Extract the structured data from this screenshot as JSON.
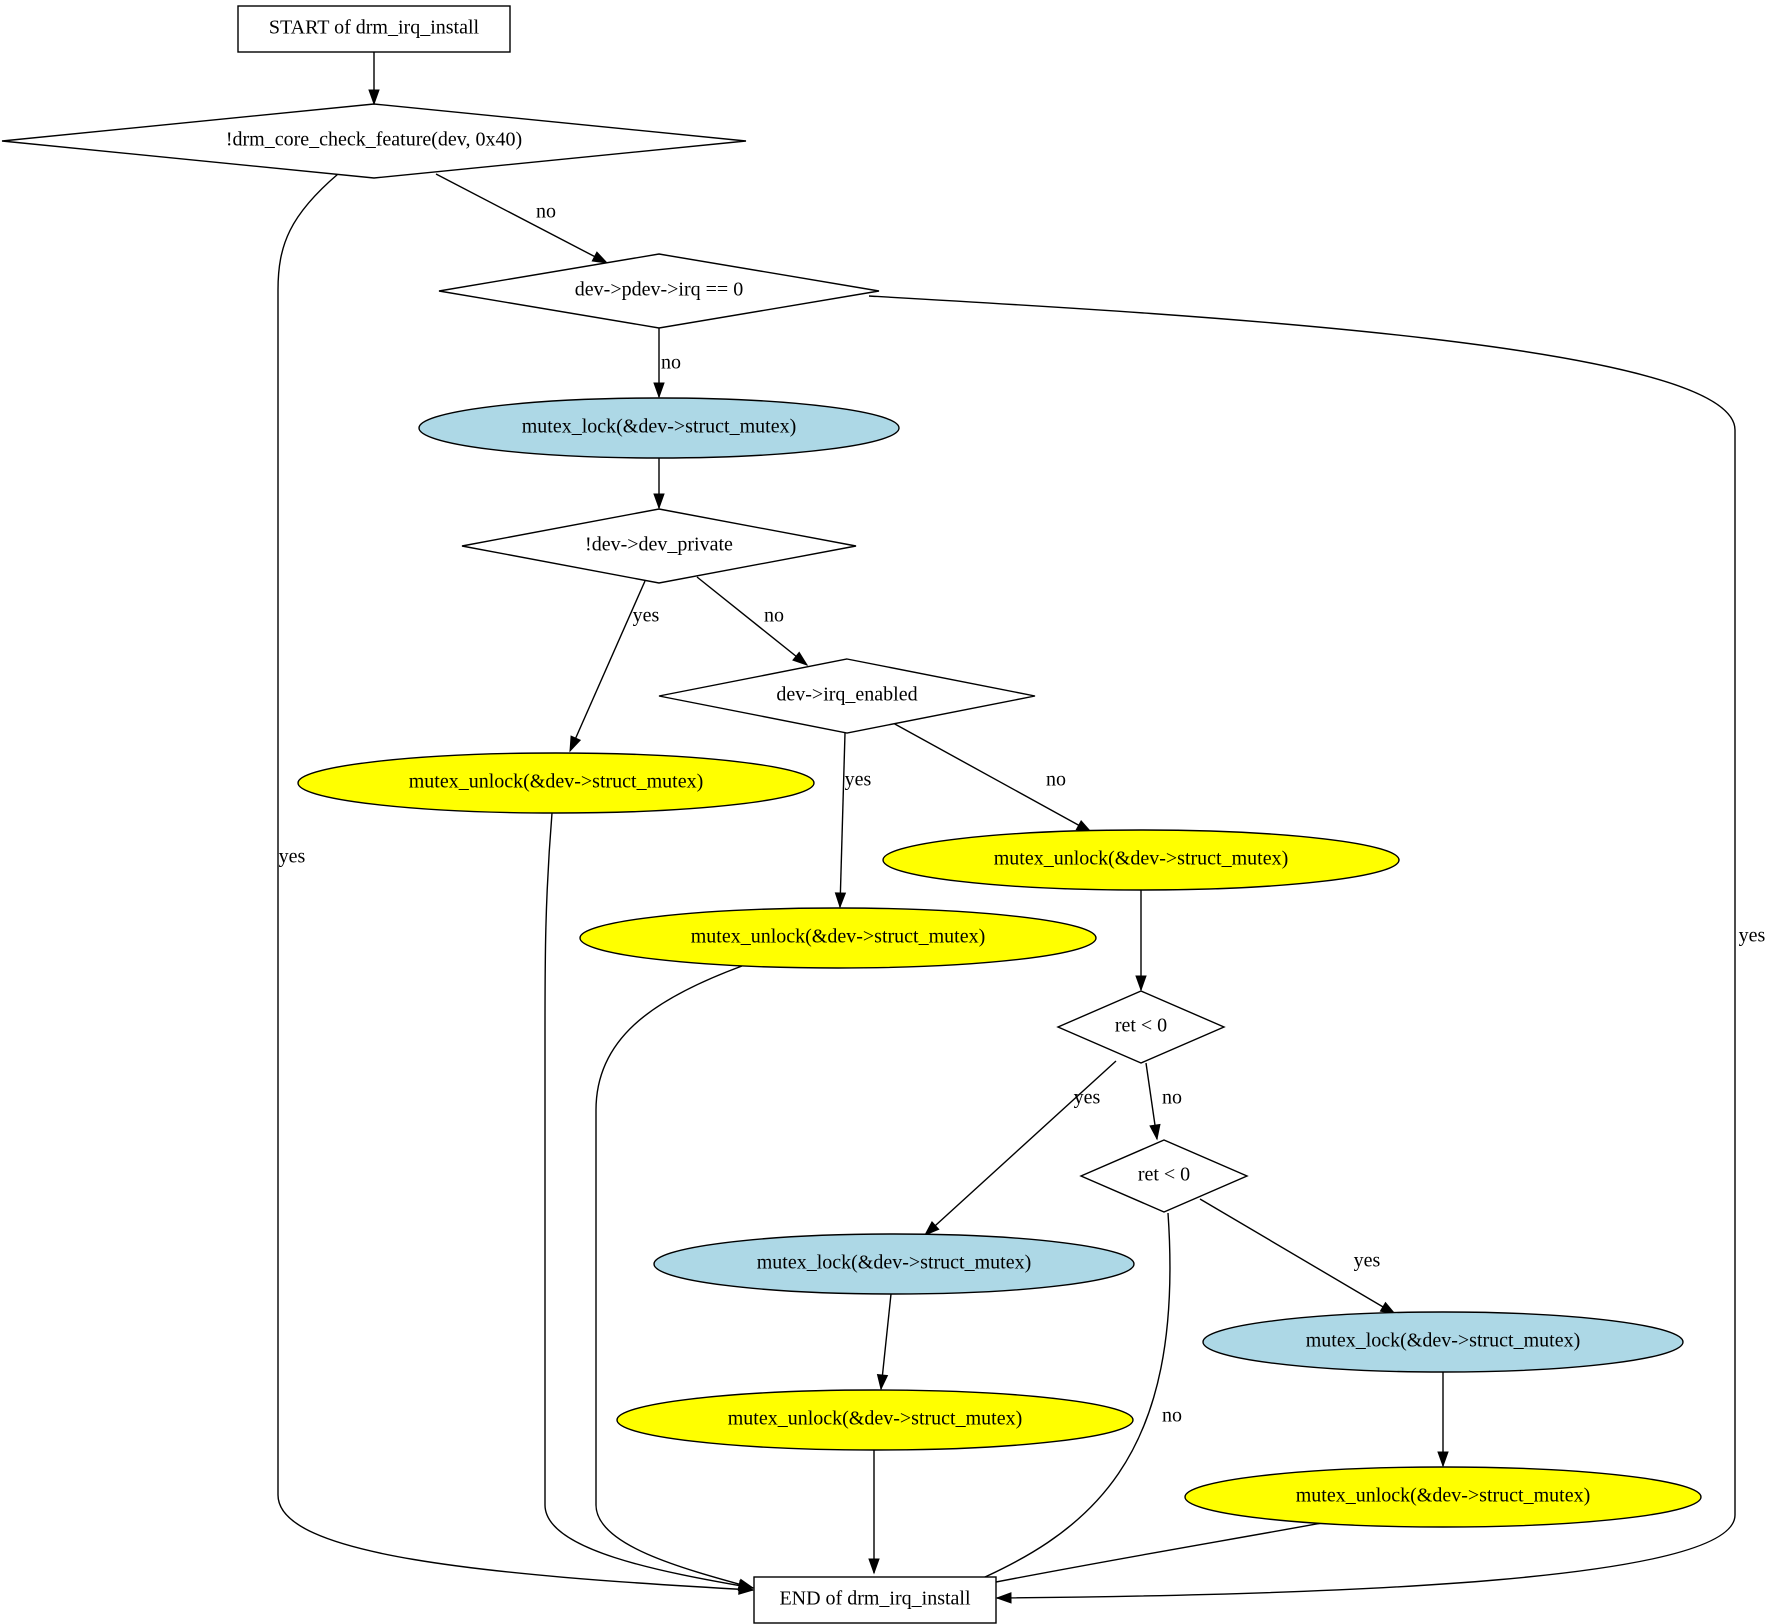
{
  "colors": {
    "lock_fill": "#add8e6",
    "unlock_fill": "#ffff00",
    "plain_fill": "#ffffff",
    "stroke": "#000000"
  },
  "nodes": [
    {
      "id": "start",
      "shape": "box",
      "label": "START of drm_irq_install"
    },
    {
      "id": "d1",
      "shape": "diamond",
      "label": "!drm_core_check_feature(dev, 0x40)"
    },
    {
      "id": "d2",
      "shape": "diamond",
      "label": "dev->pdev->irq == 0"
    },
    {
      "id": "lock1",
      "shape": "ellipse",
      "kind": "lock",
      "label": "mutex_lock(&dev->struct_mutex)"
    },
    {
      "id": "d3",
      "shape": "diamond",
      "label": "!dev->dev_private"
    },
    {
      "id": "unlock1",
      "shape": "ellipse",
      "kind": "unlock",
      "label": "mutex_unlock(&dev->struct_mutex)"
    },
    {
      "id": "d4",
      "shape": "diamond",
      "label": "dev->irq_enabled"
    },
    {
      "id": "unlock2",
      "shape": "ellipse",
      "kind": "unlock",
      "label": "mutex_unlock(&dev->struct_mutex)"
    },
    {
      "id": "unlock3",
      "shape": "ellipse",
      "kind": "unlock",
      "label": "mutex_unlock(&dev->struct_mutex)"
    },
    {
      "id": "d5",
      "shape": "diamond",
      "label": "ret < 0"
    },
    {
      "id": "d6",
      "shape": "diamond",
      "label": "ret < 0"
    },
    {
      "id": "lock2",
      "shape": "ellipse",
      "kind": "lock",
      "label": "mutex_lock(&dev->struct_mutex)"
    },
    {
      "id": "lock3",
      "shape": "ellipse",
      "kind": "lock",
      "label": "mutex_lock(&dev->struct_mutex)"
    },
    {
      "id": "unlock4",
      "shape": "ellipse",
      "kind": "unlock",
      "label": "mutex_unlock(&dev->struct_mutex)"
    },
    {
      "id": "unlock5",
      "shape": "ellipse",
      "kind": "unlock",
      "label": "mutex_unlock(&dev->struct_mutex)"
    },
    {
      "id": "end",
      "shape": "box",
      "label": "END of drm_irq_install"
    }
  ],
  "edges": [
    {
      "id": "e-start-d1",
      "from": "start",
      "to": "d1",
      "label": ""
    },
    {
      "id": "e-d1-d2",
      "from": "d1",
      "to": "d2",
      "label": "no"
    },
    {
      "id": "e-d1-end",
      "from": "d1",
      "to": "end",
      "label": "yes"
    },
    {
      "id": "e-d2-lock1",
      "from": "d2",
      "to": "lock1",
      "label": "no"
    },
    {
      "id": "e-d2-end",
      "from": "d2",
      "to": "end",
      "label": "yes"
    },
    {
      "id": "e-lock1-d3",
      "from": "lock1",
      "to": "d3",
      "label": ""
    },
    {
      "id": "e-d3-unlock1",
      "from": "d3",
      "to": "unlock1",
      "label": "yes"
    },
    {
      "id": "e-d3-d4",
      "from": "d3",
      "to": "d4",
      "label": "no"
    },
    {
      "id": "e-d4-unlock3",
      "from": "d4",
      "to": "unlock3",
      "label": "yes"
    },
    {
      "id": "e-d4-unlock2",
      "from": "d4",
      "to": "unlock2",
      "label": "no"
    },
    {
      "id": "e-unlock2-d5",
      "from": "unlock2",
      "to": "d5",
      "label": ""
    },
    {
      "id": "e-d5-lock2",
      "from": "d5",
      "to": "lock2",
      "label": "yes"
    },
    {
      "id": "e-d5-d6",
      "from": "d5",
      "to": "d6",
      "label": "no"
    },
    {
      "id": "e-d6-lock3",
      "from": "d6",
      "to": "lock3",
      "label": "yes"
    },
    {
      "id": "e-d6-end",
      "from": "d6",
      "to": "end",
      "label": "no"
    },
    {
      "id": "e-lock2-unlock4",
      "from": "lock2",
      "to": "unlock4",
      "label": ""
    },
    {
      "id": "e-lock3-unlock5",
      "from": "lock3",
      "to": "unlock5",
      "label": ""
    },
    {
      "id": "e-unlock1-end",
      "from": "unlock1",
      "to": "end",
      "label": ""
    },
    {
      "id": "e-unlock3-end",
      "from": "unlock3",
      "to": "end",
      "label": ""
    },
    {
      "id": "e-unlock4-end",
      "from": "unlock4",
      "to": "end",
      "label": ""
    },
    {
      "id": "e-unlock5-end",
      "from": "unlock5",
      "to": "end",
      "label": ""
    }
  ]
}
